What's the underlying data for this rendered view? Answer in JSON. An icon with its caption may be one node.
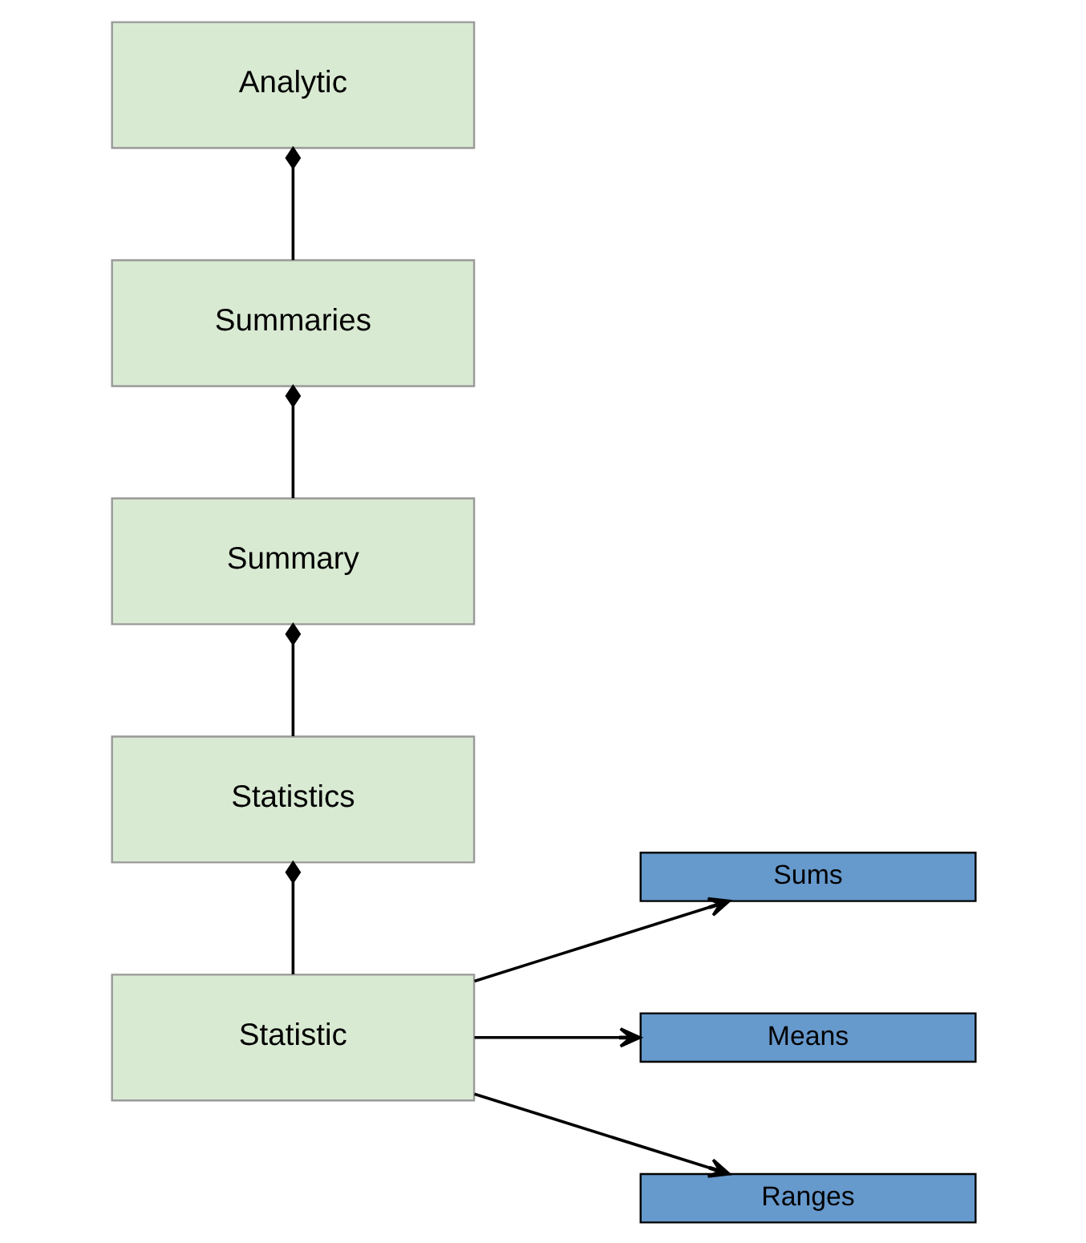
{
  "diagram": {
    "nodes": [
      {
        "text": [
          "Analytic"
        ]
      },
      {
        "text": [
          "Summaries"
        ]
      },
      {
        "text": [
          "Summary"
        ]
      },
      {
        "text": [
          "Statistics"
        ]
      },
      {
        "text": [
          "Statistic"
        ]
      },
      {
        "text": [
          "Sums"
        ]
      },
      {
        "text": [
          "Means"
        ]
      },
      {
        "text": [
          "Ranges"
        ]
      }
    ],
    "edges": [
      {
        "from": 0,
        "to": 1,
        "arrow": "other"
      },
      {
        "from": 1,
        "to": 2,
        "arrow": "other"
      },
      {
        "from": 2,
        "to": 3,
        "arrow": "other"
      },
      {
        "from": 3,
        "to": 4,
        "arrow": "other"
      },
      {
        "from": 4,
        "to": 5,
        "arrow": "to"
      },
      {
        "from": 4,
        "to": 6,
        "arrow": "to"
      },
      {
        "from": 4,
        "to": 7,
        "arrow": "to"
      }
    ]
  }
}
